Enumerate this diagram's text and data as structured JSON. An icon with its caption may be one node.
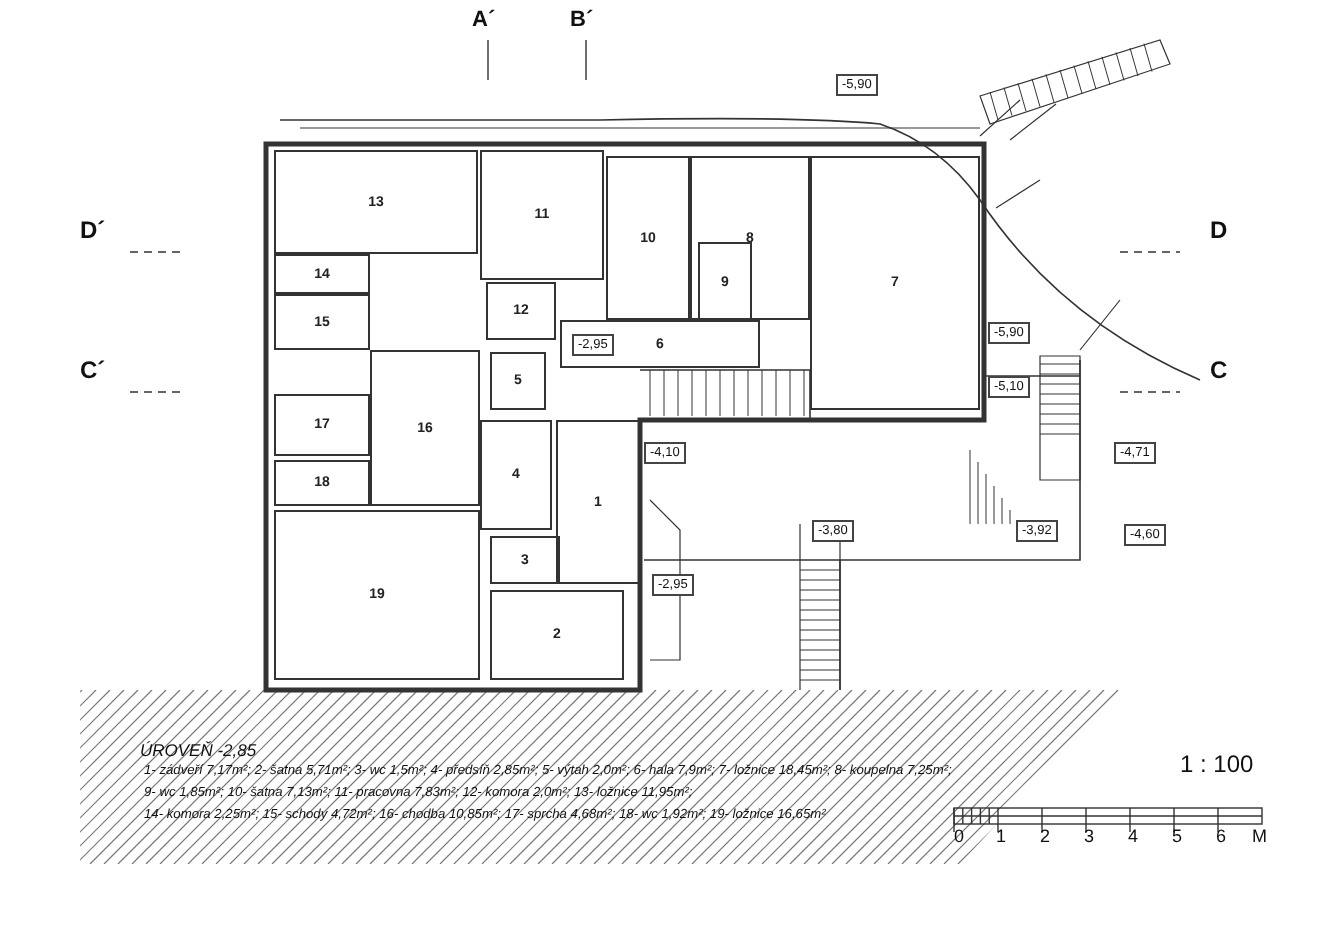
{
  "diagram": {
    "title": "ÚROVEŇ -2,85",
    "nodes": [
      {
        "text": [
          "13"
        ]
      },
      {
        "text": [
          "11"
        ]
      },
      {
        "text": [
          "10"
        ]
      },
      {
        "text": [
          "8"
        ]
      },
      {
        "text": [
          "9"
        ],
        "in": 3
      },
      {
        "text": [
          "7"
        ]
      },
      {
        "text": [
          "14"
        ]
      },
      {
        "text": [
          "12"
        ]
      },
      {
        "text": [
          "15"
        ]
      },
      {
        "text": [
          "6"
        ]
      },
      {
        "text": [
          "-2,95"
        ],
        "in": 9
      },
      {
        "text": [
          "16"
        ]
      },
      {
        "text": [
          "5"
        ]
      },
      {
        "text": [
          "17"
        ]
      },
      {
        "text": [
          "4"
        ]
      },
      {
        "text": [
          "1"
        ]
      },
      {
        "text": [
          "18"
        ]
      },
      {
        "text": [
          "19"
        ]
      },
      {
        "text": [
          "3"
        ]
      },
      {
        "text": [
          "2"
        ]
      },
      {
        "text": [
          "-5,90"
        ]
      },
      {
        "text": [
          "-5,90"
        ]
      },
      {
        "text": [
          "-5,10"
        ]
      },
      {
        "text": [
          "-4,71"
        ]
      },
      {
        "text": [
          "-4,10"
        ]
      },
      {
        "text": [
          "-3,80"
        ]
      },
      {
        "text": [
          "-3,92"
        ]
      },
      {
        "text": [
          "-4,60"
        ]
      },
      {
        "text": [
          "-2,95"
        ]
      }
    ],
    "labels": [
      "A´",
      "B´",
      "D´",
      "D",
      "C´",
      "C",
      "1- zádveří 7,17m²; 2- šatna 5,71m²; 3- wc 1,5m²; 4- předsíň 2,85m²; 5- výtah 2,0m²; 6- hala 7,9m²; 7- ložnice 18,45m²; 8- koupelna 7,25m²;",
      "9- wc 1,85m²; 10- šatna 7,13m²; 11- pracovna 7,83m²; 12- komora 2,0m²; 13- ložnice 11,95m²;",
      "14- komora 2,25m²; 15- schody 4,72m²; 16- chodba 10,85m²; 17- sprcha 4,68m²; 18- wc 1,92m²; 19- ložnice 16,65m²",
      "1 : 100",
      "0",
      "1",
      "2",
      "3",
      "4",
      "5",
      "6",
      "M"
    ]
  }
}
